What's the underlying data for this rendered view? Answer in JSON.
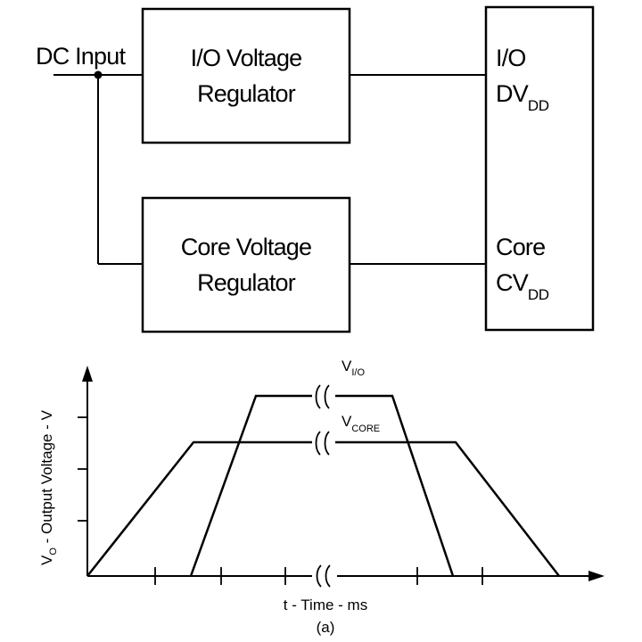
{
  "block_diagram": {
    "input_label": "DC Input",
    "io_regulator": {
      "line1": "I/O Voltage",
      "line2": "Regulator"
    },
    "core_regulator": {
      "line1": "Core Voltage",
      "line2": "Regulator"
    },
    "processor": {
      "io_label": "I/O",
      "io_supply_main": "DV",
      "io_supply_sub": "DD",
      "core_label": "Core",
      "core_supply_main": "CV",
      "core_supply_sub": "DD"
    }
  },
  "timing_diagram": {
    "x_axis_label": "t - Time - ms",
    "y_axis_main": "V",
    "y_axis_sub": "O",
    "y_axis_rest": " - Output Voltage - V",
    "io_trace_main": "V",
    "io_trace_sub": "I/O",
    "core_trace_main": "V",
    "core_trace_sub": "CORE",
    "caption": "(a)"
  },
  "colors": {
    "ink": "#000000",
    "background": "#ffffff"
  }
}
